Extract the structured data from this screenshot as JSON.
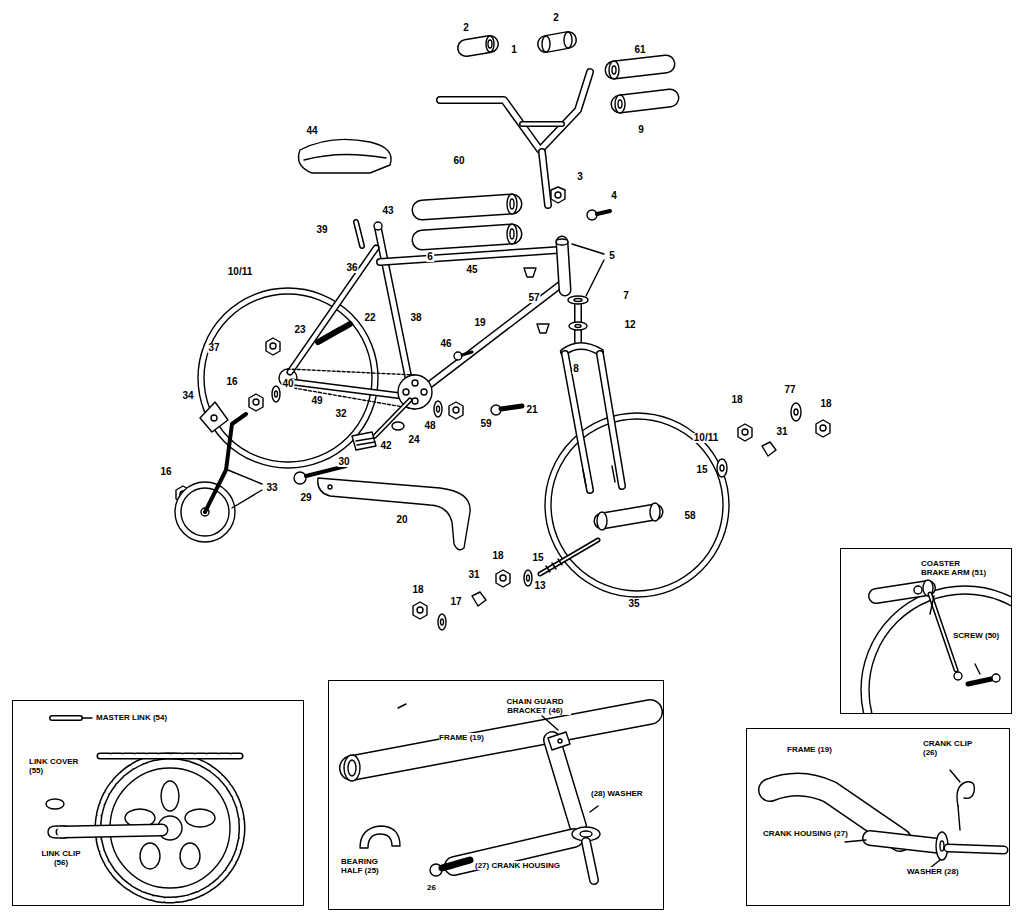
{
  "diagram": {
    "nodes": [
      {
        "text": [
          "MASTER LINK (54)",
          "LINK COVER (55)",
          "LINK CLIP (56)"
        ]
      },
      {
        "text": [
          "CHAIN GUARD BRACKET (46)",
          "FRAME (19)",
          "(28) WASHER",
          "BEARING HALF (25)",
          "26",
          "(27) CRANK HOUSING"
        ]
      },
      {
        "text": [
          "FRAME (19)",
          "CRANK CLIP (26)",
          "CRANK HOUSING (27)",
          "WASHER (28)"
        ]
      },
      {
        "text": [
          "COASTER BRAKE ARM (51)",
          "SCREW (50)"
        ]
      }
    ],
    "labels": [
      "2",
      "2",
      "61",
      "1",
      "9",
      "44",
      "60",
      "3",
      "4",
      "39",
      "43",
      "6",
      "45",
      "5",
      "57",
      "7",
      "12",
      "10/11",
      "36",
      "22",
      "38",
      "19",
      "23",
      "37",
      "46",
      "8",
      "16",
      "40",
      "49",
      "32",
      "21",
      "59",
      "48",
      "24",
      "42",
      "77",
      "18",
      "18",
      "31",
      "15",
      "10/11",
      "34",
      "16",
      "33",
      "30",
      "58",
      "29",
      "20",
      "13",
      "18",
      "15",
      "31",
      "18",
      "17",
      "35"
    ]
  }
}
